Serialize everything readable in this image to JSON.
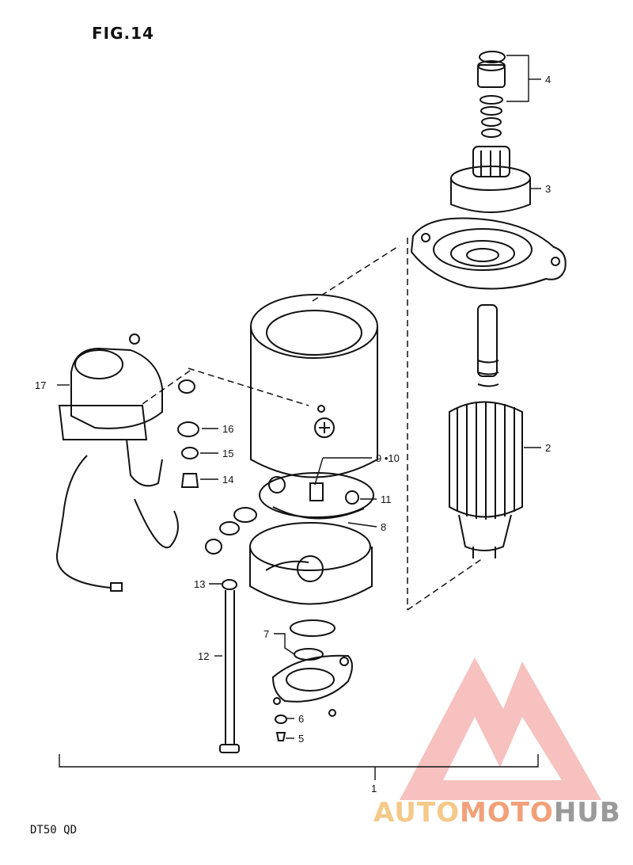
{
  "figure": {
    "title": "FIG.14",
    "model": "DT50 QD"
  },
  "callouts": [
    {
      "id": "c1",
      "label": "1"
    },
    {
      "id": "c2",
      "label": "2"
    },
    {
      "id": "c3",
      "label": "3"
    },
    {
      "id": "c4",
      "label": "4"
    },
    {
      "id": "c5",
      "label": "5"
    },
    {
      "id": "c6",
      "label": "6"
    },
    {
      "id": "c7",
      "label": "7"
    },
    {
      "id": "c8",
      "label": "8"
    },
    {
      "id": "c9",
      "label": "9 •10"
    },
    {
      "id": "c11",
      "label": "11"
    },
    {
      "id": "c12",
      "label": "12"
    },
    {
      "id": "c13",
      "label": "13"
    },
    {
      "id": "c14",
      "label": "14"
    },
    {
      "id": "c15",
      "label": "15"
    },
    {
      "id": "c16",
      "label": "16"
    },
    {
      "id": "c17",
      "label": "17"
    }
  ],
  "watermark": {
    "part1": "AUTO",
    "part2": "MOTO",
    "part3": "HUB",
    "colors": [
      "#f5c98a",
      "#f2a07a",
      "#9a9a9a",
      "#f08f8a"
    ]
  }
}
